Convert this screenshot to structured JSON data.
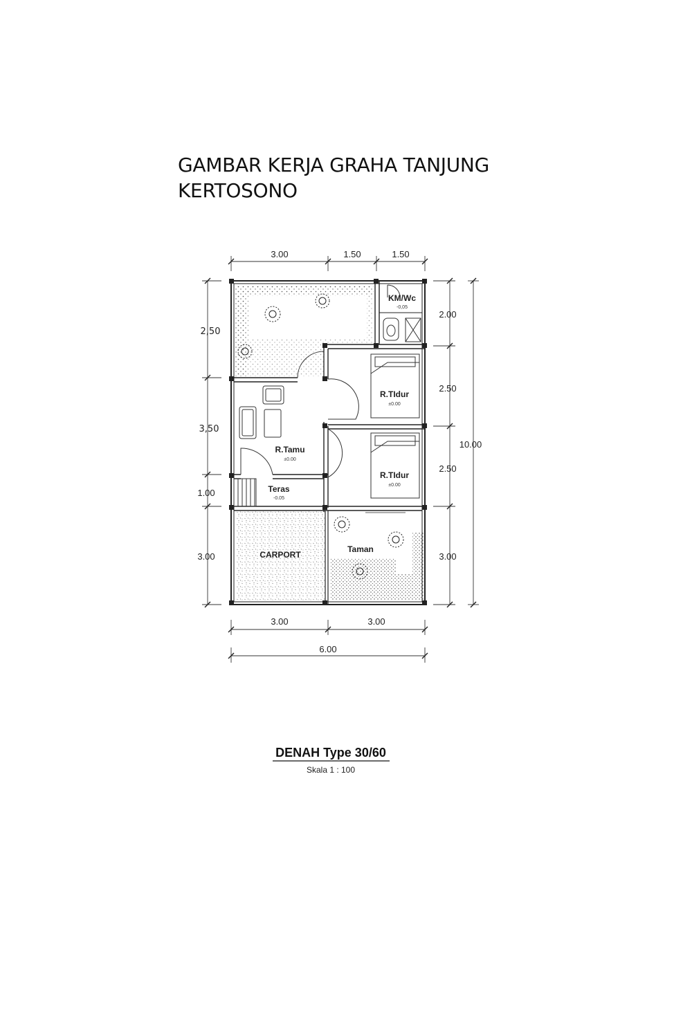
{
  "title": {
    "line1": "GAMBAR KERJA GRAHA TANJUNG",
    "line2": "KERTOSONO"
  },
  "dimensions": {
    "top": [
      "3.00",
      "1.50",
      "1.50"
    ],
    "left": [
      "2,50",
      "3,50",
      "1.00",
      "3.00"
    ],
    "right": [
      "2.00",
      "2.50",
      "2.50",
      "3.00"
    ],
    "overall_height": "10.00",
    "bottom": [
      "3.00",
      "3.00"
    ],
    "overall_width": "6.00"
  },
  "rooms": {
    "bathroom": {
      "label": "KM/Wc",
      "level": "-0,05"
    },
    "bedroom_1": {
      "label": "R.TIdur",
      "level": "±0.00"
    },
    "bedroom_2": {
      "label": "R.TIdur",
      "level": "±0.00"
    },
    "living_room": {
      "label": "R.Tamu",
      "level": "±0.00"
    },
    "terrace": {
      "label": "Teras",
      "level": "-0.05"
    },
    "carport": {
      "label": "CARPORT"
    },
    "garden": {
      "label": "Taman"
    }
  },
  "caption": {
    "title": "DENAH Type 30/60",
    "scale": "Skala 1 : 100"
  }
}
